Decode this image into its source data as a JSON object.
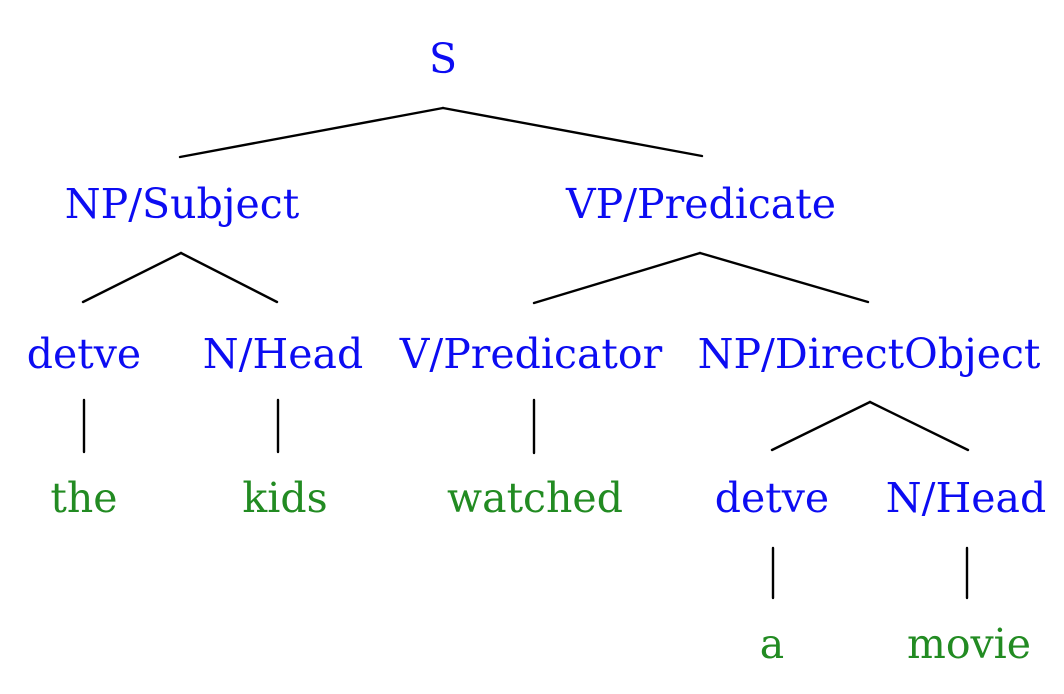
{
  "diagram": {
    "kind": "constituency-syntax-tree",
    "sentence": "the kids watched a movie"
  },
  "colors": {
    "nonterminal": "#0c0cf2",
    "terminal": "#228b22",
    "edge": "#000000",
    "background": "#ffffff"
  },
  "nodes": {
    "s": {
      "label": "S"
    },
    "np_subject": {
      "label": "NP/Subject"
    },
    "vp_predicate": {
      "label": "VP/Predicate"
    },
    "det_subject": {
      "label": "detve"
    },
    "n_head_subject": {
      "label": "N/Head"
    },
    "v_predicator": {
      "label": "V/Predicator"
    },
    "np_direct_object": {
      "label": "NP/DirectObject"
    },
    "det_object": {
      "label": "detve"
    },
    "n_head_object": {
      "label": "N/Head"
    },
    "word_the": {
      "label": "the"
    },
    "word_kids": {
      "label": "kids"
    },
    "word_watched": {
      "label": "watched"
    },
    "word_a": {
      "label": "a"
    },
    "word_movie": {
      "label": "movie"
    }
  },
  "structure": {
    "label": "S",
    "children": [
      {
        "label": "NP/Subject",
        "children": [
          {
            "label": "detve",
            "children": [
              {
                "label": "the"
              }
            ]
          },
          {
            "label": "N/Head",
            "children": [
              {
                "label": "kids"
              }
            ]
          }
        ]
      },
      {
        "label": "VP/Predicate",
        "children": [
          {
            "label": "V/Predicator",
            "children": [
              {
                "label": "watched"
              }
            ]
          },
          {
            "label": "NP/DirectObject",
            "children": [
              {
                "label": "detve",
                "children": [
                  {
                    "label": "a"
                  }
                ]
              },
              {
                "label": "N/Head",
                "children": [
                  {
                    "label": "movie"
                  }
                ]
              }
            ]
          }
        ]
      }
    ]
  }
}
